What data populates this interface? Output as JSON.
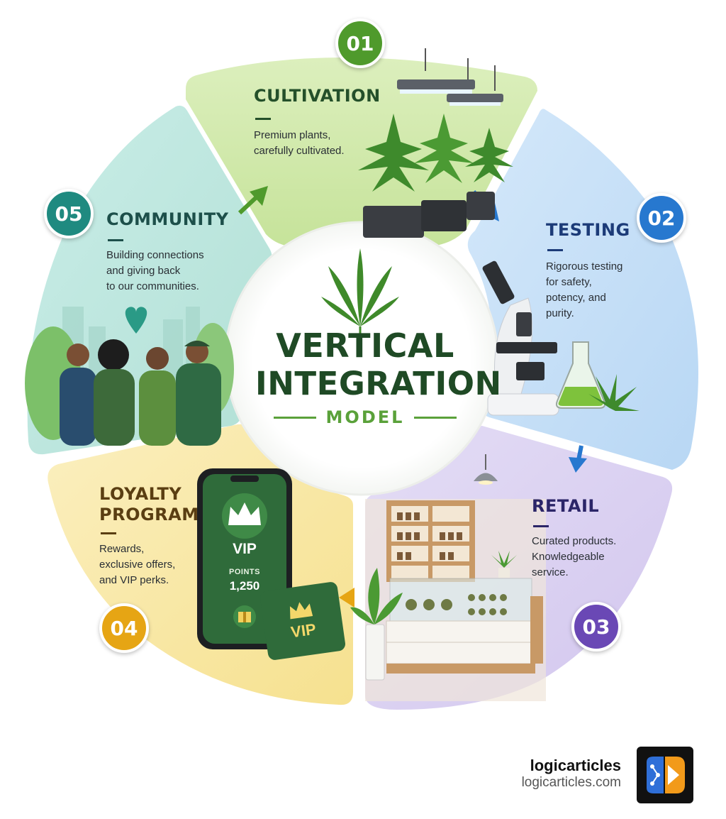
{
  "center": {
    "line1": "VERTICAL",
    "line2": "INTEGRATION",
    "line3": "MODEL"
  },
  "stages": [
    {
      "number": "01",
      "title": "CULTIVATION",
      "desc": [
        "Premium plants,",
        "carefully cultivated."
      ],
      "color": "#4f9a2c"
    },
    {
      "number": "02",
      "title": "TESTING",
      "desc": [
        "Rigorous testing",
        "for safety,",
        "potency, and",
        "purity."
      ],
      "color": "#2778cf"
    },
    {
      "number": "03",
      "title": "RETAIL",
      "desc": [
        "Curated products.",
        "Knowledgeable",
        "service."
      ],
      "color": "#6a48b5"
    },
    {
      "number": "04",
      "title_lines": [
        "LOYALTY",
        "PROGRAM"
      ],
      "desc": [
        "Rewards,",
        "exclusive offers,",
        "and VIP perks."
      ],
      "color": "#e6a514"
    },
    {
      "number": "05",
      "title": "COMMUNITY",
      "desc": [
        "Building connections",
        "and giving back",
        "to our communities."
      ],
      "color": "#1f8a80"
    }
  ],
  "phone": {
    "vip": "VIP",
    "points_label": "POINTS",
    "points_value": "1,250"
  },
  "card": {
    "vip": "VIP"
  },
  "brand": {
    "name": "logicarticles",
    "url": "logicarticles.com"
  },
  "colors": {
    "cultivation_bg": "#d3eab0",
    "testing_bg": "#c5dff6",
    "retail_bg": "#dcd4f0",
    "loyalty_bg": "#f8e7a6",
    "community_bg": "#bfe7e0",
    "dark_green": "#1f4a25"
  }
}
